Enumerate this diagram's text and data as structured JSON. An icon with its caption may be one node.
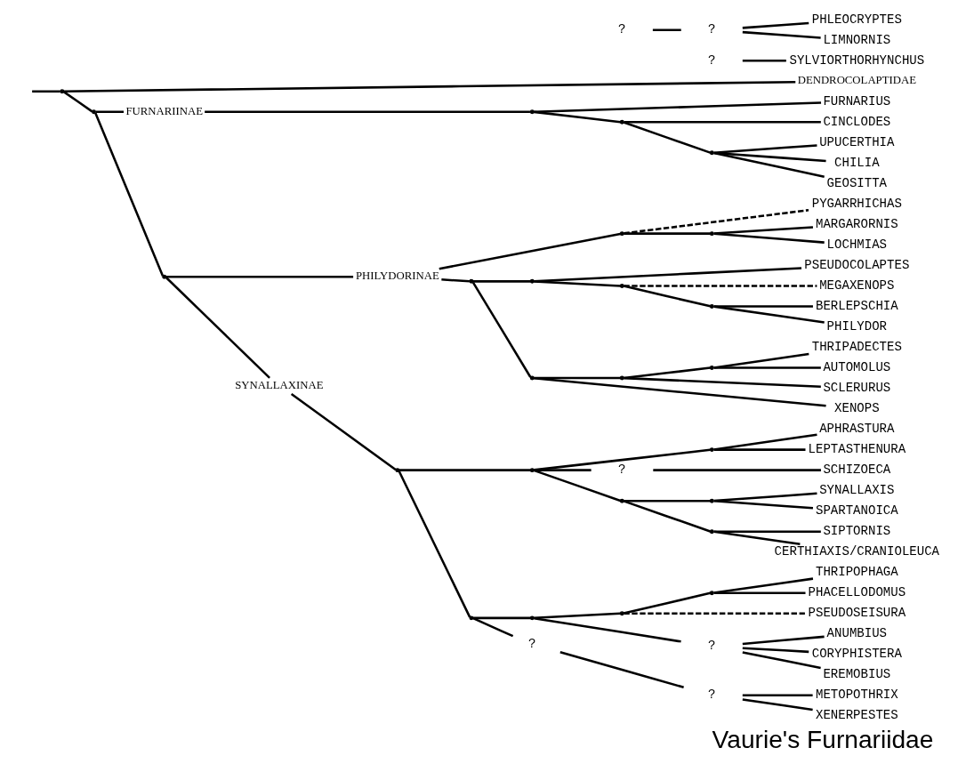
{
  "diagram": {
    "title": "Vaurie's Furnariidae",
    "nodes": [
      {
        "text": [
          "FURNARIUS"
        ]
      },
      {
        "text": [
          "CINCLODES"
        ]
      },
      {
        "text": [
          "UPUCERTHIA"
        ]
      },
      {
        "text": [
          "CHILIA"
        ]
      },
      {
        "text": [
          "GEOSITTA"
        ]
      },
      {
        "text": [
          "PYGARRHICHAS"
        ]
      },
      {
        "text": [
          "MARGARORNIS"
        ]
      },
      {
        "text": [
          "LOCHMIAS"
        ]
      },
      {
        "text": [
          "PSEUDOCOLAPTES"
        ]
      },
      {
        "text": [
          "MEGAXENOPS"
        ]
      },
      {
        "text": [
          "BERLEPSCHIA"
        ]
      },
      {
        "text": [
          "PHILYDOR"
        ]
      },
      {
        "text": [
          "THRIPADECTES"
        ]
      },
      {
        "text": [
          "AUTOMOLUS"
        ]
      },
      {
        "text": [
          "SCLERURUS"
        ]
      },
      {
        "text": [
          "XENOPS"
        ]
      },
      {
        "text": [
          "SYLVIORTHORHYNCHUS"
        ]
      },
      {
        "text": [
          "APHRASTURA"
        ]
      },
      {
        "text": [
          "LEPTASTHENURA"
        ]
      },
      {
        "text": [
          "SCHIZOECA"
        ]
      },
      {
        "text": [
          "SYNALLAXIS"
        ]
      },
      {
        "text": [
          "SPARTANOICA"
        ]
      },
      {
        "text": [
          "PHLEOCRYPTES"
        ]
      },
      {
        "text": [
          "LIMNORNIS"
        ]
      },
      {
        "text": [
          "SIPTORNIS"
        ]
      },
      {
        "text": [
          "CERTHIAXIS/CRANIOLEUCA"
        ]
      },
      {
        "text": [
          "THRIPOPHAGA"
        ]
      },
      {
        "text": [
          "PHACELLODOMUS"
        ]
      },
      {
        "text": [
          "PSEUDOSEISURA"
        ]
      },
      {
        "text": [
          "ANUMBIUS"
        ]
      },
      {
        "text": [
          "CORYPHISTERA"
        ]
      },
      {
        "text": [
          "EREMOBIUS"
        ]
      },
      {
        "text": [
          "METOPOTHRIX"
        ]
      },
      {
        "text": [
          "XENERPESTES"
        ]
      },
      {
        "text": [
          "FURNARIINAE"
        ]
      },
      {
        "text": [
          "PHILYDORINAE"
        ]
      },
      {
        "text": [
          "SYNALLAXINAE"
        ]
      },
      {
        "text": [
          "DENDROCOLAPTIDAE"
        ]
      },
      {
        "text": [
          "?"
        ]
      },
      {
        "text": [
          "?"
        ]
      },
      {
        "text": [
          "?"
        ]
      },
      {
        "text": [
          "?"
        ]
      },
      {
        "text": [
          "?"
        ]
      },
      {
        "text": [
          "?"
        ]
      },
      {
        "text": [
          "?"
        ]
      },
      {
        "text": [],
        "shape": "point"
      },
      {
        "text": [],
        "shape": "point"
      },
      {
        "text": [],
        "shape": "point"
      },
      {
        "text": [],
        "shape": "point"
      },
      {
        "text": [],
        "shape": "point"
      },
      {
        "text": [],
        "shape": "point"
      },
      {
        "text": [],
        "shape": "point"
      },
      {
        "text": [],
        "shape": "point"
      },
      {
        "text": [],
        "shape": "point"
      },
      {
        "text": [],
        "shape": "point"
      },
      {
        "text": [],
        "shape": "point"
      },
      {
        "text": [],
        "shape": "point"
      },
      {
        "text": [],
        "shape": "point"
      },
      {
        "text": [],
        "shape": "point"
      },
      {
        "text": [],
        "shape": "point"
      },
      {
        "text": [],
        "shape": "point"
      },
      {
        "text": [],
        "shape": "point"
      },
      {
        "text": [],
        "shape": "point"
      },
      {
        "text": [],
        "shape": "point"
      },
      {
        "text": [],
        "shape": "point"
      },
      {
        "text": [],
        "shape": "point"
      },
      {
        "text": [],
        "shape": "point"
      },
      {
        "text": [],
        "shape": "point"
      },
      {
        "text": [],
        "shape": "point"
      },
      {
        "text": [],
        "shape": "point"
      }
    ],
    "edges": [
      {
        "from": null,
        "to": 65,
        "arrow": "none"
      },
      {
        "from": 65,
        "to": 37,
        "arrow": "none"
      },
      {
        "from": 65,
        "to": 66,
        "arrow": "none"
      },
      {
        "from": 66,
        "to": 34,
        "arrow": "none"
      },
      {
        "from": 34,
        "to": 47,
        "arrow": "none"
      },
      {
        "from": 47,
        "to": 0,
        "arrow": "none"
      },
      {
        "from": 47,
        "to": 46,
        "arrow": "none"
      },
      {
        "from": 46,
        "to": 1,
        "arrow": "none"
      },
      {
        "from": 46,
        "to": 45,
        "arrow": "none"
      },
      {
        "from": 45,
        "to": 2,
        "arrow": "none"
      },
      {
        "from": 45,
        "to": 3,
        "arrow": "none"
      },
      {
        "from": 45,
        "to": 4,
        "arrow": "none"
      },
      {
        "from": 66,
        "to": 67,
        "arrow": "none"
      },
      {
        "from": 67,
        "to": 35,
        "arrow": "none"
      },
      {
        "from": 35,
        "to": 49,
        "arrow": "none"
      },
      {
        "from": 49,
        "to": 5,
        "arrow": "none",
        "style": "dashed"
      },
      {
        "from": 49,
        "to": 48,
        "arrow": "none"
      },
      {
        "from": 48,
        "to": 6,
        "arrow": "none"
      },
      {
        "from": 48,
        "to": 7,
        "arrow": "none"
      },
      {
        "from": 35,
        "to": 56,
        "arrow": "none"
      },
      {
        "from": 56,
        "to": 52,
        "arrow": "none"
      },
      {
        "from": 52,
        "to": 8,
        "arrow": "none"
      },
      {
        "from": 52,
        "to": 51,
        "arrow": "none"
      },
      {
        "from": 51,
        "to": 9,
        "arrow": "none",
        "style": "dashed"
      },
      {
        "from": 51,
        "to": 50,
        "arrow": "none"
      },
      {
        "from": 50,
        "to": 10,
        "arrow": "none"
      },
      {
        "from": 50,
        "to": 11,
        "arrow": "none"
      },
      {
        "from": 56,
        "to": 55,
        "arrow": "none"
      },
      {
        "from": 55,
        "to": 54,
        "arrow": "none"
      },
      {
        "from": 55,
        "to": 15,
        "arrow": "none"
      },
      {
        "from": 54,
        "to": 53,
        "arrow": "none"
      },
      {
        "from": 54,
        "to": 14,
        "arrow": "none"
      },
      {
        "from": 53,
        "to": 12,
        "arrow": "none"
      },
      {
        "from": 53,
        "to": 13,
        "arrow": "none"
      },
      {
        "from": 67,
        "to": 36,
        "arrow": "none"
      },
      {
        "from": 36,
        "to": 68,
        "arrow": "none"
      },
      {
        "from": 68,
        "to": 61,
        "arrow": "none"
      },
      {
        "from": 38,
        "to": 16,
        "arrow": "none"
      },
      {
        "from": 61,
        "to": 57,
        "arrow": "none"
      },
      {
        "from": 57,
        "to": 17,
        "arrow": "none"
      },
      {
        "from": 57,
        "to": 18,
        "arrow": "none"
      },
      {
        "from": 61,
        "to": 39,
        "arrow": "none"
      },
      {
        "from": 39,
        "to": 19,
        "arrow": "none"
      },
      {
        "from": 61,
        "to": 60,
        "arrow": "none"
      },
      {
        "from": 60,
        "to": 58,
        "arrow": "none"
      },
      {
        "from": 58,
        "to": 20,
        "arrow": "none"
      },
      {
        "from": 58,
        "to": 21,
        "arrow": "none"
      },
      {
        "from": 41,
        "to": 40,
        "arrow": "none"
      },
      {
        "from": 40,
        "to": 22,
        "arrow": "none"
      },
      {
        "from": 40,
        "to": 23,
        "arrow": "none"
      },
      {
        "from": 60,
        "to": 59,
        "arrow": "none"
      },
      {
        "from": 59,
        "to": 24,
        "arrow": "none"
      },
      {
        "from": 59,
        "to": 25,
        "arrow": "none"
      },
      {
        "from": 68,
        "to": 69,
        "arrow": "none"
      },
      {
        "from": 69,
        "to": 64,
        "arrow": "none"
      },
      {
        "from": 64,
        "to": 63,
        "arrow": "none"
      },
      {
        "from": 63,
        "to": 62,
        "arrow": "none"
      },
      {
        "from": 62,
        "to": 26,
        "arrow": "none"
      },
      {
        "from": 62,
        "to": 27,
        "arrow": "none"
      },
      {
        "from": 63,
        "to": 28,
        "arrow": "none",
        "style": "dashed"
      },
      {
        "from": 64,
        "to": 42,
        "arrow": "none"
      },
      {
        "from": 42,
        "to": 29,
        "arrow": "none"
      },
      {
        "from": 42,
        "to": 30,
        "arrow": "none"
      },
      {
        "from": 42,
        "to": 31,
        "arrow": "none"
      },
      {
        "from": 69,
        "to": 44,
        "arrow": "none"
      },
      {
        "from": 44,
        "to": 43,
        "arrow": "none"
      },
      {
        "from": 43,
        "to": 32,
        "arrow": "none"
      },
      {
        "from": 43,
        "to": 33,
        "arrow": "none"
      }
    ]
  }
}
